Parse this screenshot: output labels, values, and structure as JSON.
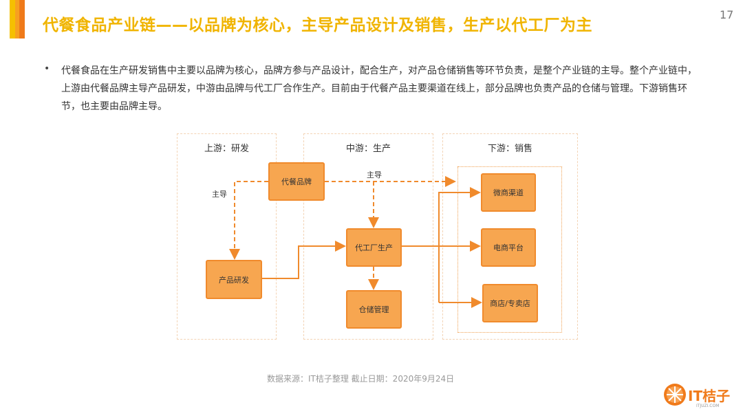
{
  "header": {
    "title": "代餐食品产业链——以品牌为核心，主导产品设计及销售，生产以代工厂为主",
    "page_number": "17"
  },
  "body": {
    "bullet": "•",
    "paragraph": "代餐食品在生产研发销售中主要以品牌为核心，品牌方参与产品设计，配合生产，对产品仓储销售等环节负责，是整个产业链的主导。整个产业链中，上游由代餐品牌主导产品研发，中游由品牌与代工厂合作生产。目前由于代餐产品主要渠道在线上，部分品牌也负责产品的仓储与管理。下游销售环节，也主要由品牌主导。"
  },
  "diagram": {
    "columns": [
      "上游：研发",
      "中游：生产",
      "下游：销售"
    ],
    "nodes": {
      "brand": "代餐品牌",
      "rnd": "产品研发",
      "factory": "代工厂生产",
      "storage": "仓储管理",
      "wechat": "微商渠道",
      "ecommerce": "电商平台",
      "store": "商店/专卖店"
    },
    "edge_labels": {
      "lead1": "主导",
      "lead2": "主导"
    },
    "accent": "#f08a2c"
  },
  "footer": {
    "source": "数据来源：IT桔子整理  截止日期：2020年9月24日",
    "logo_text": "IT桔子",
    "logo_sub": "ITJUZI.COM"
  }
}
